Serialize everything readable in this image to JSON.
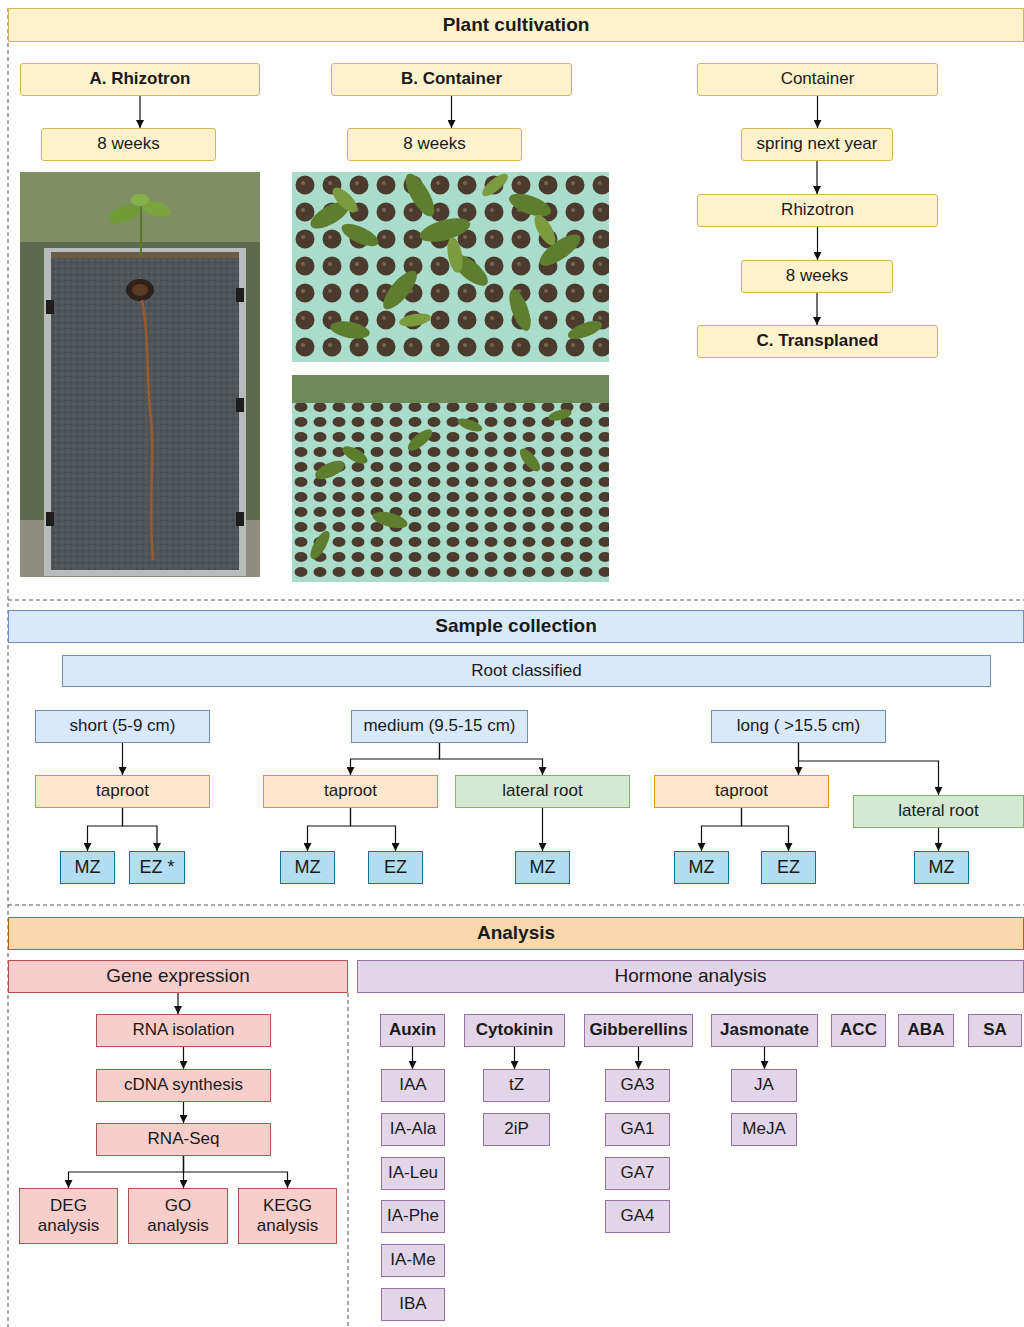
{
  "diagram": {
    "nodes": [
      {
        "text": [
          "Plant cultivation"
        ]
      },
      {
        "text": [
          "A. Rhizotron"
        ]
      },
      {
        "text": [
          "8 weeks"
        ]
      },
      {
        "text": [
          "B. Container"
        ]
      },
      {
        "text": [
          "8 weeks"
        ]
      },
      {
        "text": [
          "Container"
        ]
      },
      {
        "text": [
          "spring next year"
        ]
      },
      {
        "text": [
          "Rhizotron"
        ]
      },
      {
        "text": [
          "8 weeks"
        ]
      },
      {
        "text": [
          "C. Transplaned"
        ]
      },
      {
        "text": [
          "Sample collection"
        ]
      },
      {
        "text": [
          "Root classified"
        ]
      },
      {
        "text": [
          "short (5-9 cm)"
        ]
      },
      {
        "text": [
          "medium (9.5-15 cm)"
        ]
      },
      {
        "text": [
          "long ( >15.5 cm)"
        ]
      },
      {
        "text": [
          "taproot"
        ]
      },
      {
        "text": [
          "MZ"
        ]
      },
      {
        "text": [
          "EZ *"
        ]
      },
      {
        "text": [
          "taproot"
        ]
      },
      {
        "text": [
          "lateral root"
        ]
      },
      {
        "text": [
          "MZ"
        ]
      },
      {
        "text": [
          "EZ"
        ]
      },
      {
        "text": [
          "MZ"
        ]
      },
      {
        "text": [
          "taproot"
        ]
      },
      {
        "text": [
          "lateral root"
        ]
      },
      {
        "text": [
          "MZ"
        ]
      },
      {
        "text": [
          "EZ"
        ]
      },
      {
        "text": [
          "MZ"
        ]
      },
      {
        "text": [
          "Analysis"
        ]
      },
      {
        "text": [
          "Gene expression"
        ]
      },
      {
        "text": [
          "RNA isolation"
        ]
      },
      {
        "text": [
          "cDNA synthesis"
        ]
      },
      {
        "text": [
          "RNA-Seq"
        ]
      },
      {
        "text": [
          "DEG analysis"
        ]
      },
      {
        "text": [
          "GO analysis"
        ]
      },
      {
        "text": [
          "KEGG analysis"
        ]
      },
      {
        "text": [
          "Hormone analysis"
        ]
      },
      {
        "text": [
          "Auxin"
        ]
      },
      {
        "text": [
          "Cytokinin"
        ]
      },
      {
        "text": [
          "Gibberellins"
        ]
      },
      {
        "text": [
          "Jasmonate"
        ]
      },
      {
        "text": [
          "ACC"
        ]
      },
      {
        "text": [
          "ABA"
        ]
      },
      {
        "text": [
          "SA"
        ]
      },
      {
        "text": [
          "IAA"
        ]
      },
      {
        "text": [
          "IA-Ala"
        ]
      },
      {
        "text": [
          "IA-Leu"
        ]
      },
      {
        "text": [
          "IA-Phe"
        ]
      },
      {
        "text": [
          "IA-Me"
        ]
      },
      {
        "text": [
          "IBA"
        ]
      },
      {
        "text": [
          "tZ"
        ]
      },
      {
        "text": [
          "2iP"
        ]
      },
      {
        "text": [
          "GA3"
        ]
      },
      {
        "text": [
          "GA1"
        ]
      },
      {
        "text": [
          "GA7"
        ]
      },
      {
        "text": [
          "GA4"
        ]
      },
      {
        "text": [
          "JA"
        ]
      },
      {
        "text": [
          "MeJA"
        ]
      }
    ],
    "edges": [
      {
        "from": 1,
        "to": 2,
        "arrow": "to"
      },
      {
        "from": 3,
        "to": 4,
        "arrow": "to"
      },
      {
        "from": 5,
        "to": 6,
        "arrow": "to"
      },
      {
        "from": 6,
        "to": 7,
        "arrow": "to"
      },
      {
        "from": 7,
        "to": 8,
        "arrow": "to"
      },
      {
        "from": 8,
        "to": 9,
        "arrow": "to"
      },
      {
        "from": 12,
        "to": 15,
        "arrow": "to"
      },
      {
        "from": 15,
        "to": 16,
        "arrow": "to"
      },
      {
        "from": 15,
        "to": 17,
        "arrow": "to"
      },
      {
        "from": 13,
        "to": 18,
        "arrow": "to"
      },
      {
        "from": 13,
        "to": 19,
        "arrow": "to"
      },
      {
        "from": 18,
        "to": 20,
        "arrow": "to"
      },
      {
        "from": 18,
        "to": 21,
        "arrow": "to"
      },
      {
        "from": 19,
        "to": 22,
        "arrow": "to"
      },
      {
        "from": 14,
        "to": 23,
        "arrow": "to"
      },
      {
        "from": 14,
        "to": 24,
        "arrow": "to"
      },
      {
        "from": 23,
        "to": 25,
        "arrow": "to"
      },
      {
        "from": 23,
        "to": 26,
        "arrow": "to"
      },
      {
        "from": 24,
        "to": 27,
        "arrow": "to"
      },
      {
        "from": 29,
        "to": 30,
        "arrow": "to"
      },
      {
        "from": 30,
        "to": 31,
        "arrow": "to"
      },
      {
        "from": 31,
        "to": 32,
        "arrow": "to"
      },
      {
        "from": 32,
        "to": 33,
        "arrow": "to"
      },
      {
        "from": 32,
        "to": 34,
        "arrow": "to"
      },
      {
        "from": 32,
        "to": 35,
        "arrow": "to"
      },
      {
        "from": 37,
        "to": 44,
        "arrow": "to"
      },
      {
        "from": 38,
        "to": 50,
        "arrow": "to"
      },
      {
        "from": 39,
        "to": 52,
        "arrow": "to"
      },
      {
        "from": 40,
        "to": 56,
        "arrow": "to"
      }
    ]
  }
}
